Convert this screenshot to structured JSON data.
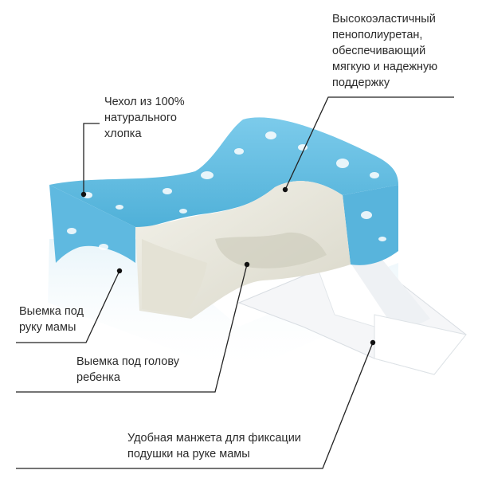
{
  "colors": {
    "cover": "#6fc3e6",
    "cover_dark": "#4aa9d2",
    "foam": "#ecebe0",
    "foam_shadow": "#d6d4c6",
    "cuff": "#f4f6f8",
    "leader_line": "#222222",
    "dot": "#111111"
  },
  "callouts": {
    "foam": {
      "lines": [
        "Высокоэластичный",
        "пенополиуретан,",
        "обеспечивающий",
        "мягкую и надежную",
        "поддержку"
      ]
    },
    "cover": {
      "lines": [
        "Чехол из 100%",
        "натурального",
        "хлопка"
      ]
    },
    "arm_recess": {
      "lines": [
        "Выемка под",
        "руку мамы"
      ]
    },
    "head_recess": {
      "lines": [
        "Выемка под голову",
        "ребенка"
      ]
    },
    "cuff": {
      "lines": [
        "Удобная манжета для фиксации",
        "подушки на руке мамы"
      ]
    }
  }
}
